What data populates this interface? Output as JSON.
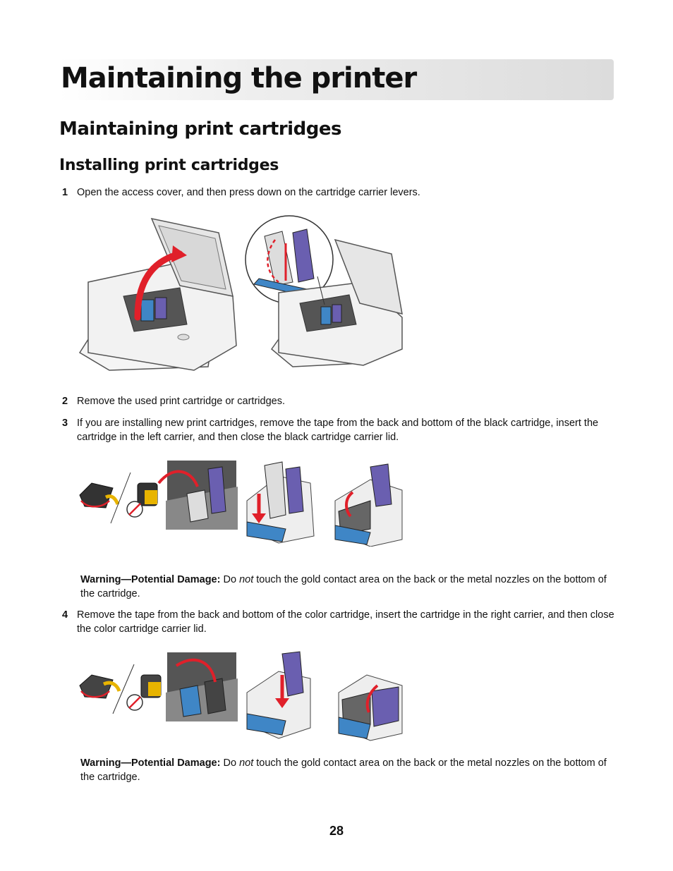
{
  "chapter_title": "Maintaining the printer",
  "section_title": "Maintaining print cartridges",
  "subsection_title": "Installing print cartridges",
  "steps": [
    {
      "number": "1",
      "text": "Open the access cover, and then press down on the cartridge carrier levers."
    },
    {
      "number": "2",
      "text": "Remove the used print cartridge or cartridges."
    },
    {
      "number": "3",
      "text": "If you are installing new print cartridges, remove the tape from the back and bottom of the black cartridge, insert the cartridge in the left carrier, and then close the black cartridge carrier lid."
    },
    {
      "number": "4",
      "text": "Remove the tape from the back and bottom of the color cartridge, insert the cartridge in the right carrier, and then close the color cartridge carrier lid."
    }
  ],
  "warnings": [
    {
      "label": "Warning—Potential Damage:",
      "pre": " Do ",
      "em": "not",
      "post": " touch the gold contact area on the back or the metal nozzles on the bottom of the cartridge."
    },
    {
      "label": "Warning—Potential Damage:",
      "pre": " Do ",
      "em": "not",
      "post": " touch the gold contact area on the back or the metal nozzles on the bottom of the cartridge."
    }
  ],
  "page_number": "28",
  "colors": {
    "accent_arrow": "#e0202a",
    "color_cartridge": "#6a5fb0",
    "carrier_blue": "#3f86c6",
    "gold": "#e8b400"
  }
}
